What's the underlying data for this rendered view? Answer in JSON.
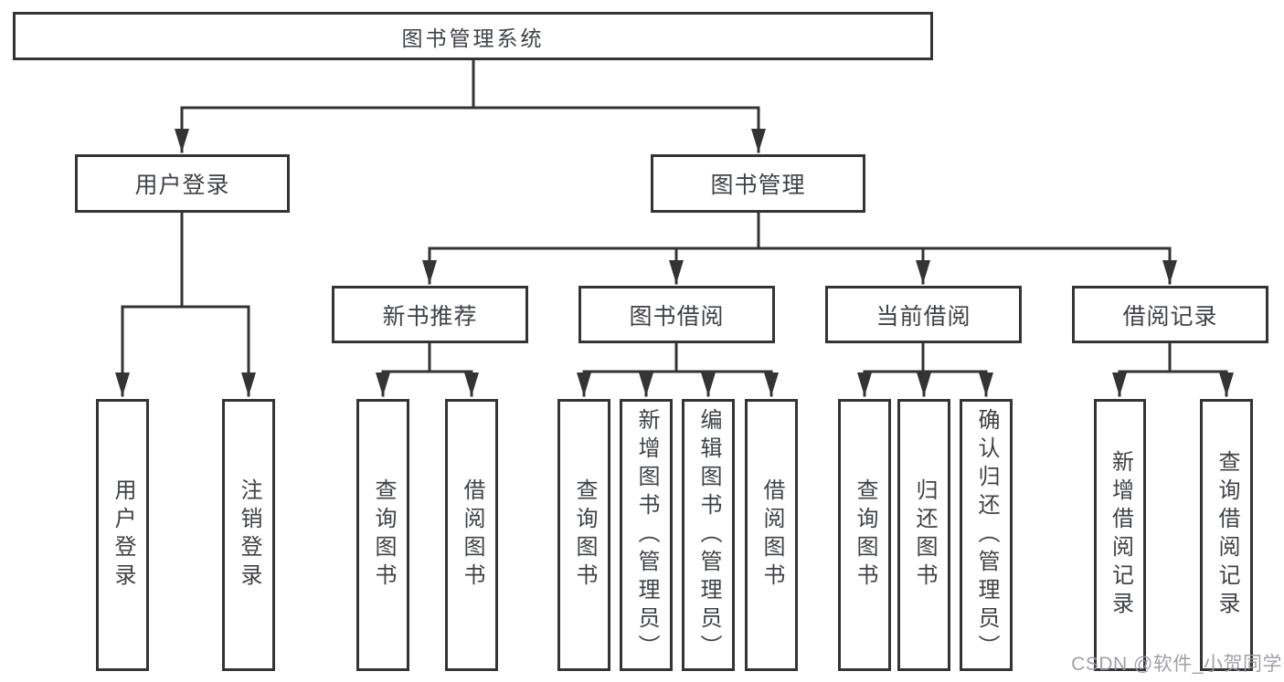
{
  "diagram": {
    "root": {
      "label": "图书管理系统",
      "children": [
        {
          "label": "用户登录",
          "children": [
            {
              "label": "用户登录"
            },
            {
              "label": "注销登录"
            }
          ]
        },
        {
          "label": "图书管理",
          "children": [
            {
              "label": "新书推荐",
              "children": [
                {
                  "label": "查询图书"
                },
                {
                  "label": "借阅图书"
                }
              ]
            },
            {
              "label": "图书借阅",
              "children": [
                {
                  "label": "查询图书"
                },
                {
                  "label": "新增图书（管理员）"
                },
                {
                  "label": "编辑图书（管理员）"
                },
                {
                  "label": "借阅图书"
                }
              ]
            },
            {
              "label": "当前借阅",
              "children": [
                {
                  "label": "查询图书"
                },
                {
                  "label": "归还图书"
                },
                {
                  "label": "确认归还（管理员）"
                }
              ]
            },
            {
              "label": "借阅记录",
              "children": [
                {
                  "label": "新增借阅记录"
                },
                {
                  "label": "查询借阅记录"
                }
              ]
            }
          ]
        }
      ]
    }
  },
  "watermark": {
    "text": "CSDN @软件_小贺同学"
  },
  "colors": {
    "line": "#343434",
    "border": "#343434",
    "text": "#3f4245",
    "background": "#ffffff",
    "watermark": "#97999d"
  }
}
